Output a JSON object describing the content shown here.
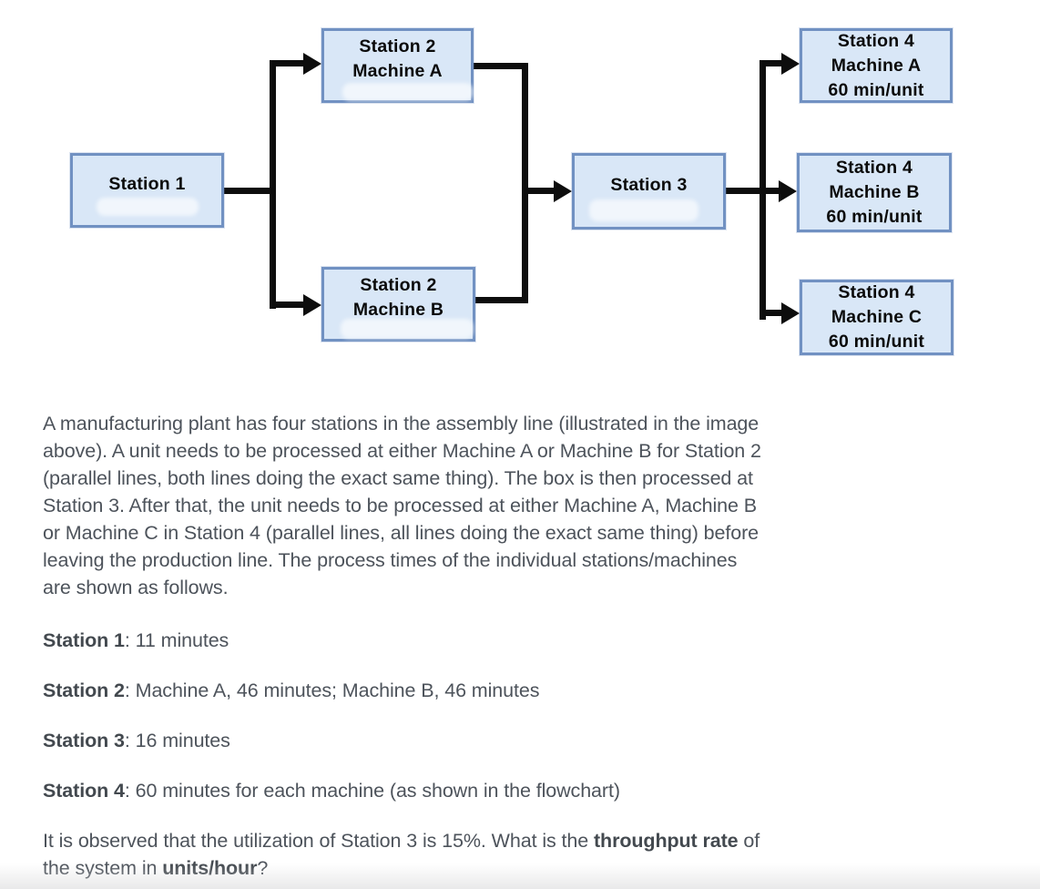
{
  "flowchart": {
    "colors": {
      "box_fill": "#d9e7f7",
      "box_border": "#7191c2",
      "connector": "#0d0d0d"
    },
    "boxes": {
      "station1": {
        "lines": [
          "Station 1"
        ]
      },
      "station2a": {
        "lines": [
          "Station 2",
          "Machine A"
        ]
      },
      "station2b": {
        "lines": [
          "Station 2",
          "Machine B"
        ]
      },
      "station3": {
        "lines": [
          "Station 3"
        ]
      },
      "station4a": {
        "lines": [
          "Station 4",
          "Machine A",
          "60 min/unit"
        ]
      },
      "station4b": {
        "lines": [
          "Station 4",
          "Machine B",
          "60 min/unit"
        ]
      },
      "station4c": {
        "lines": [
          "Station 4",
          "Machine C",
          "60 min/unit"
        ]
      }
    }
  },
  "problem": {
    "paragraph_lines": [
      "A manufacturing plant has four stations in the assembly line (illustrated in the image",
      "above). A unit needs to be processed at either Machine A or Machine B for Station 2",
      "(parallel lines, both lines doing the exact same thing). The box is then processed at",
      "Station 3. After that, the unit needs to be processed at either Machine A, Machine B",
      "or Machine C in Station 4 (parallel lines, all lines doing the exact same thing) before",
      "leaving the production line. The process times of the individual stations/machines",
      "are shown as follows."
    ],
    "process_times": [
      {
        "label": "Station 1",
        "value": ": 11 minutes"
      },
      {
        "label": "Station 2",
        "value": ": Machine A, 46 minutes; Machine B, 46 minutes"
      },
      {
        "label": "Station 3",
        "value": ": 16 minutes"
      },
      {
        "label": "Station 4",
        "value": ": 60 minutes for each machine (as shown in the flowchart)"
      }
    ],
    "question": {
      "line1": [
        {
          "t": "It is observed that the utilization of Station 3 is 15%. What is the "
        },
        {
          "t": "throughput rate"
        },
        {
          "t": " of"
        }
      ],
      "line2": [
        {
          "t": "the system in "
        },
        {
          "t": "units/hour"
        },
        {
          "t": "?"
        }
      ]
    }
  }
}
